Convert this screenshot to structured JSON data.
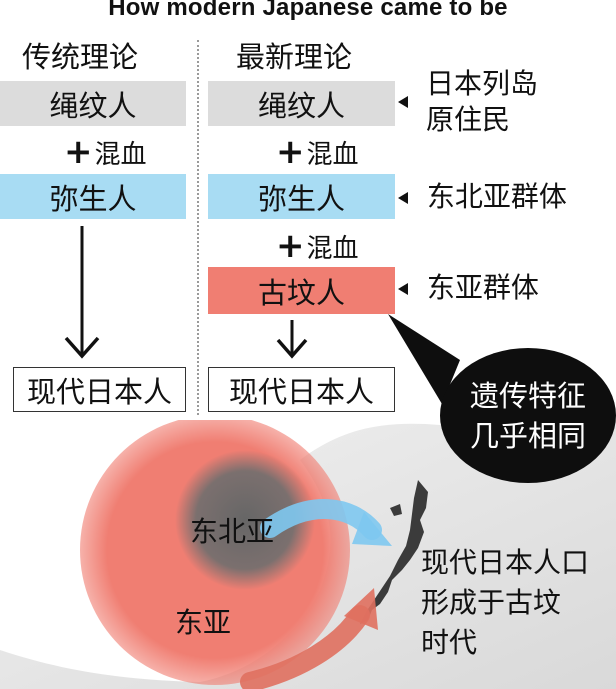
{
  "title": "How modern Japanese came to be",
  "columns": {
    "traditional": "传统理论",
    "latest": "最新理论"
  },
  "traditional": {
    "jomon": "绳纹人",
    "mix": "混血",
    "yayoi": "弥生人",
    "modern": "现代日本人"
  },
  "latest": {
    "jomon": "绳纹人",
    "mix1": "混血",
    "yayoi": "弥生人",
    "mix2": "混血",
    "kofun": "古坟人",
    "modern": "现代日本人"
  },
  "side_labels": {
    "jomon_line1": "日本列岛",
    "jomon_line2": "原住民",
    "yayoi": "东北亚群体",
    "kofun": "东亚群体"
  },
  "bubble": {
    "line1": "遗传特征",
    "line2": "几乎相同"
  },
  "map": {
    "northeast_asia": "东北亚",
    "east_asia": "东亚",
    "caption_line1": "现代日本人口",
    "caption_line2": "形成于古坟",
    "caption_line3": "时代"
  },
  "colors": {
    "jomon_box": "#dcdcdc",
    "yayoi_box": "#a8dcf3",
    "kofun_box": "#f07e72",
    "east_asia_circle": "#f07e72",
    "northeast_asia_circle": "#6e6e6e",
    "arrow_blue": "#7ec8ef",
    "arrow_red": "#e0705f",
    "bubble": "#0e0e0e"
  }
}
